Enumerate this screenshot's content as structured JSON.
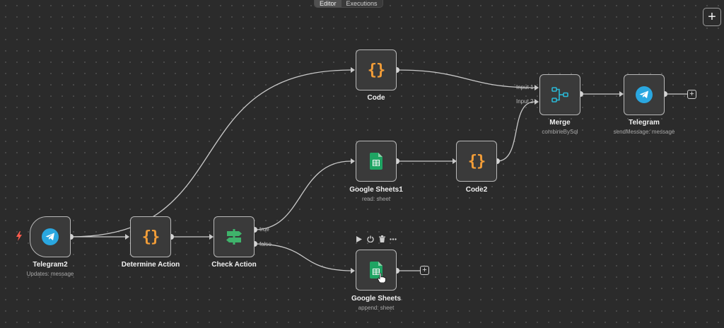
{
  "tabs": {
    "editor": "Editor",
    "executions": "Executions"
  },
  "canvas": {
    "add_node_symbol": "+"
  },
  "nodes": {
    "telegram2": {
      "title": "Telegram2",
      "subtitle": "Updates: message"
    },
    "determine_action": {
      "title": "Determine Action"
    },
    "check_action": {
      "title": "Check Action",
      "out_true": "true",
      "out_false": "false"
    },
    "code": {
      "title": "Code"
    },
    "google_sheets1": {
      "title": "Google Sheets1",
      "subtitle": "read: sheet"
    },
    "code2": {
      "title": "Code2"
    },
    "google_sheets": {
      "title": "Google Sheets",
      "subtitle": "append: sheet"
    },
    "merge": {
      "title": "Merge",
      "subtitle": "combineBySql",
      "in1": "Input 1",
      "in2": "Input 2"
    },
    "telegram": {
      "title": "Telegram",
      "subtitle": "sendMessage: message"
    }
  },
  "icons": {
    "trigger": "lightning-bolt-icon",
    "code": "curly-braces-icon",
    "telegram": "telegram-icon",
    "sheets": "google-sheets-icon",
    "if": "signpost-icon",
    "merge": "merge-icon",
    "toolbar": [
      "play-icon",
      "power-icon",
      "trash-icon",
      "more-icon"
    ]
  },
  "colors": {
    "background": "#2b2b2b",
    "code_orange": "#f29d38",
    "telegram_blue": "#2aa7e0",
    "sheets_green": "#1fa463",
    "if_green": "#3fb36b",
    "merge_cyan": "#2ab8d6",
    "trigger_red": "#ff5c4d"
  }
}
